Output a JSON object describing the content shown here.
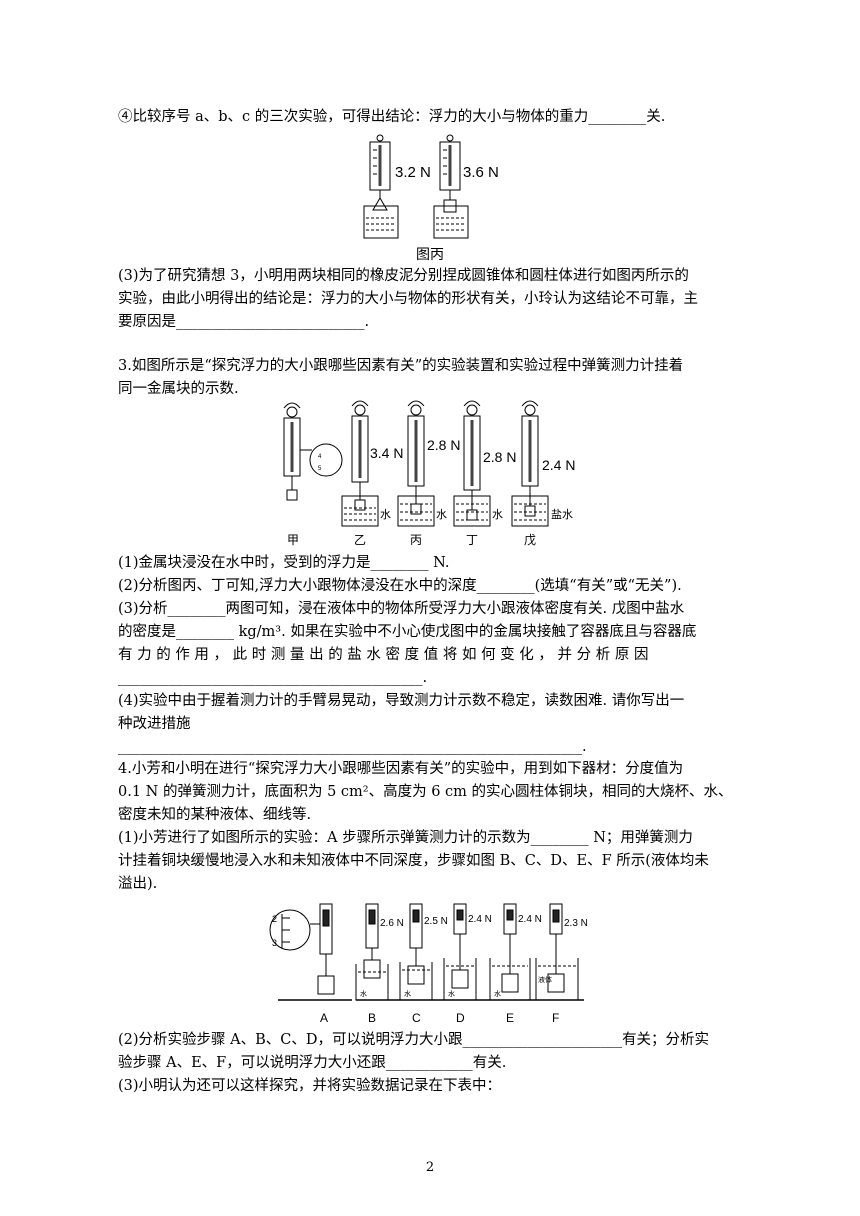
{
  "q2": {
    "line4": "④比较序号 a、b、c 的三次实验，可得出结论：浮力的大小与物体的重力________关.",
    "fig_readings": [
      "3.2 N",
      "3.6 N"
    ],
    "fig_caption": "图丙",
    "p3_line1": "(3)为了研究猜想 3，小明用两块相同的橡皮泥分别捏成圆锥体和圆柱体进行如图丙所示的",
    "p3_line2": "实验，由此小明得出的结论是：浮力的大小与物体的形状有关，小玲认为这结论不可靠，主",
    "p3_line3": "要原因是__________________________."
  },
  "q3": {
    "stem1": "3.如图所示是“探究浮力的大小跟哪些因素有关”的实验装置和实验过程中弹簧测力计挂着",
    "stem2": "同一金属块的示数.",
    "fig": {
      "readings": [
        "3.4 N",
        "2.8 N",
        "2.8 N",
        "2.4 N"
      ],
      "liquids": [
        "水",
        "水",
        "水",
        "盐水"
      ],
      "labels": [
        "甲",
        "乙",
        "丙",
        "丁",
        "戊"
      ]
    },
    "s1": "(1)金属块浸没在水中时，受到的浮力是________ N.",
    "s2": "(2)分析图丙、丁可知,浮力大小跟物体浸没在水中的深度________(选填“有关”或“无关”).",
    "s3a": "(3)分析________两图可知，浸在液体中的物体所受浮力大小跟液体密度有关. 戊图中盐水",
    "s3b": "的密度是________ kg/m³. 如果在实验中不小心使戊图中的金属块接触了容器底且与容器底",
    "s3c": "有 力 的 作 用 ， 此 时 测 量 出 的 盐 水 密 度 值 将 如 何 变 化 ， 并 分 析 原 因",
    "s3d": "__________________________________________.",
    "s4a": "(4)实验中由于握着测力计的手臂易晃动，导致测力计示数不稳定，读数困难. 请你写出一",
    "s4b": "种改进措施",
    "s4c": "________________________________________________________________."
  },
  "q4": {
    "stem1": "4.小芳和小明在进行“探究浮力大小跟哪些因素有关”的实验中，用到如下器材：分度值为",
    "stem2": "0.1 N 的弹簧测力计，底面积为 5 cm²、高度为 6 cm 的实心圆柱体铜块，相同的大烧杯、水、",
    "stem3": "密度未知的某种液体、细线等.",
    "s1a": "(1)小芳进行了如图所示的实验：A 步骤所示弹簧测力计的示数为________ N；用弹簧测力",
    "s1b": "计挂着铜块缓慢地浸入水和未知液体中不同深度，步骤如图 B、C、D、E、F 所示(液体均未",
    "s1c": "溢出).",
    "fig": {
      "scale_marks": [
        "2",
        "3"
      ],
      "readings": [
        "2.6 N",
        "2.5 N",
        "2.4 N",
        "2.4 N",
        "2.3 N"
      ],
      "liquids": [
        "水",
        "水",
        "水",
        "水",
        "液体"
      ],
      "labels": [
        "A",
        "B",
        "C",
        "D",
        "E",
        "F"
      ]
    },
    "s2a": "(2)分析实验步骤 A、B、C、D，可以说明浮力大小跟______________________有关；分析实",
    "s2b": "验步骤 A、E、F，可以说明浮力大小还跟____________有关.",
    "s3": "(3)小明认为还可以这样探究，并将实验数据记录在下表中："
  },
  "page_number": "2"
}
